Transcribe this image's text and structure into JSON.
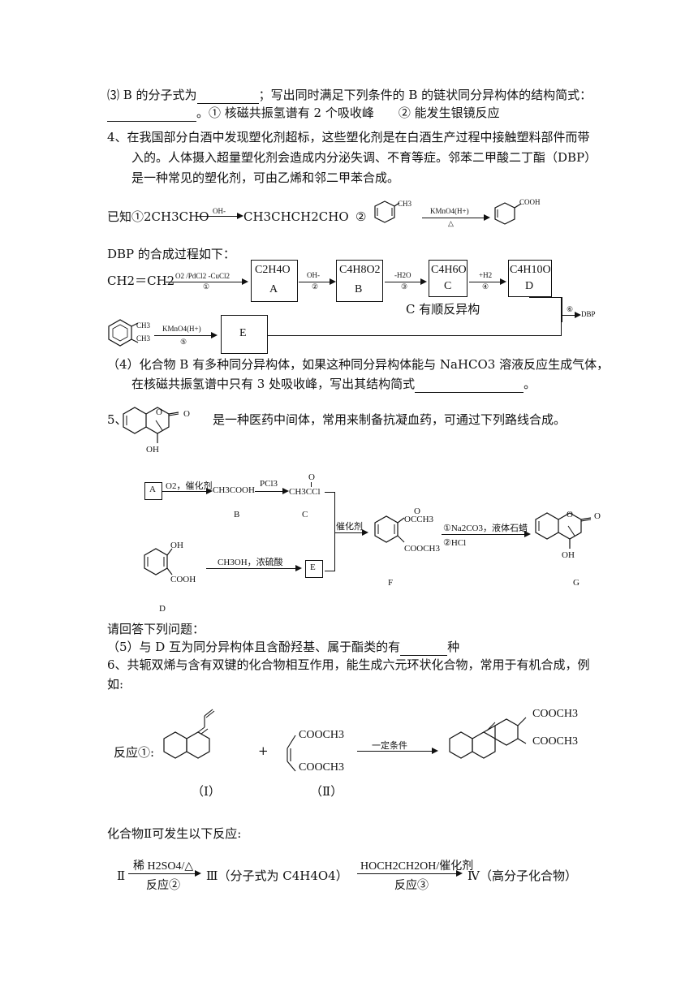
{
  "q3": {
    "line1_a": "⑶ B 的分子式为",
    "line1_b": "；写出同时满足下列条件的 B 的链状同分异构体的结构简式：",
    "line2": "。① 核磁共振氢谱有 2 个吸收峰　　② 能发生银镜反应"
  },
  "q4": {
    "p1": "4、在我国部分白酒中发现塑化剂超标，这些塑化剂是在白酒生产过程中接触塑料部件而带",
    "p2": "入的。人体摄入超量塑化剂会造成内分泌失调、不育等症。邻苯二甲酸二丁酯（DBP）",
    "p3": "是一种常见的塑化剂，可由乙烯和邻二甲苯合成。",
    "known_prefix": "已知①2CH3CHO",
    "known_oh": "OH-",
    "known_product": "CH3CHCH2CHO",
    "known_2": "②",
    "ch3": "CH3",
    "kmno4_h": "KMnO4(H+)",
    "delta": "△",
    "cooh": "COOH",
    "synth_title": "DBP 的合成过程如下：",
    "ethylene": "CH2＝CH2",
    "cond1": "O2 /PdCl2 -CuCl2",
    "step1": "①",
    "boxA_formula": "C2H4O",
    "boxA_label": "A",
    "cond2": "OH-",
    "step2": "②",
    "boxB_formula": "C4H8O2",
    "boxB_label": "B",
    "cond3": "-H2O",
    "step3": "③",
    "boxC_formula": "C4H6O",
    "boxC_label": "C",
    "cond4": "+H2",
    "step4": "④",
    "boxD_formula": "C4H10O",
    "boxD_label": "D",
    "c_note": "C 有顺反异构",
    "step6": "⑥",
    "dbp": "DBP",
    "xyl_ch3_a": "CH3",
    "xyl_ch3_b": "CH3",
    "cond5": "KMnO4(H+)",
    "step5": "⑤",
    "boxE_label": "E",
    "q4_4_a": "（4）化合物 B 有多种同分异构体，如果这种同分异构体能与 NaHCO3 溶液反应生成气体，",
    "q4_4_b": "在核磁共振氢谱中只有 3 处吸收峰，写出其结构简式",
    "q4_4_end": "。"
  },
  "q5": {
    "num": "5、",
    "intro": "是一种医药中间体，常用来制备抗凝血药，可通过下列路线合成。",
    "oh_top": "OH",
    "o_ring": "O",
    "o_exo": "O",
    "boxA": "A",
    "cond_o2": "O2，催化剂",
    "acetic": "CH3COOH",
    "lblB": "B",
    "cond_pcl3": "PCl3",
    "acyl": "CH3CCl",
    "acyl_o": "O",
    "lblC": "C",
    "cond_cat": "催化剂",
    "f_top": "OCCH3",
    "f_top_o": "O",
    "f_bot": "COOCH3",
    "lblF": "F",
    "cond_g1": "①Na2CO3，液体石蜡",
    "cond_g2": "②HCl",
    "g_oh": "OH",
    "g_o1": "O",
    "g_o2": "O",
    "lblG": "G",
    "d_oh": "OH",
    "d_cooh": "COOH",
    "cond_ch3oh": "CH3OH，浓硫酸",
    "boxE": "E",
    "lblD": "D",
    "ask": "请回答下列问题：",
    "q5_5": "（5）与 D 互为同分异构体且含酚羟基、属于酯类的有",
    "q5_5_end": "种"
  },
  "q6": {
    "p1": "6、共轭双烯与含有双键的化合物相互作用，能生成六元环状化合物，常用于有机合成，例",
    "p2": "如:",
    "reaction_label": "反应①:",
    "plus": "+",
    "ii_top": "COOCH3",
    "ii_bot": "COOCH3",
    "cond": "一定条件",
    "prod_top": "COOCH3",
    "prod_bot": "COOCH3",
    "lbl_I": "（Ⅰ）",
    "lbl_II": "（Ⅱ）",
    "next": "化合物Ⅱ可发生以下反应:",
    "start": "Ⅱ",
    "c2_top": "稀 H2SO4/△",
    "c2_bot": "反应②",
    "mid": "Ⅲ（分子式为 C4H4O4）",
    "c3_top": "HOCH2CH2OH/催化剂",
    "c3_bot": "反应③",
    "end": "Ⅳ（高分子化合物）"
  }
}
